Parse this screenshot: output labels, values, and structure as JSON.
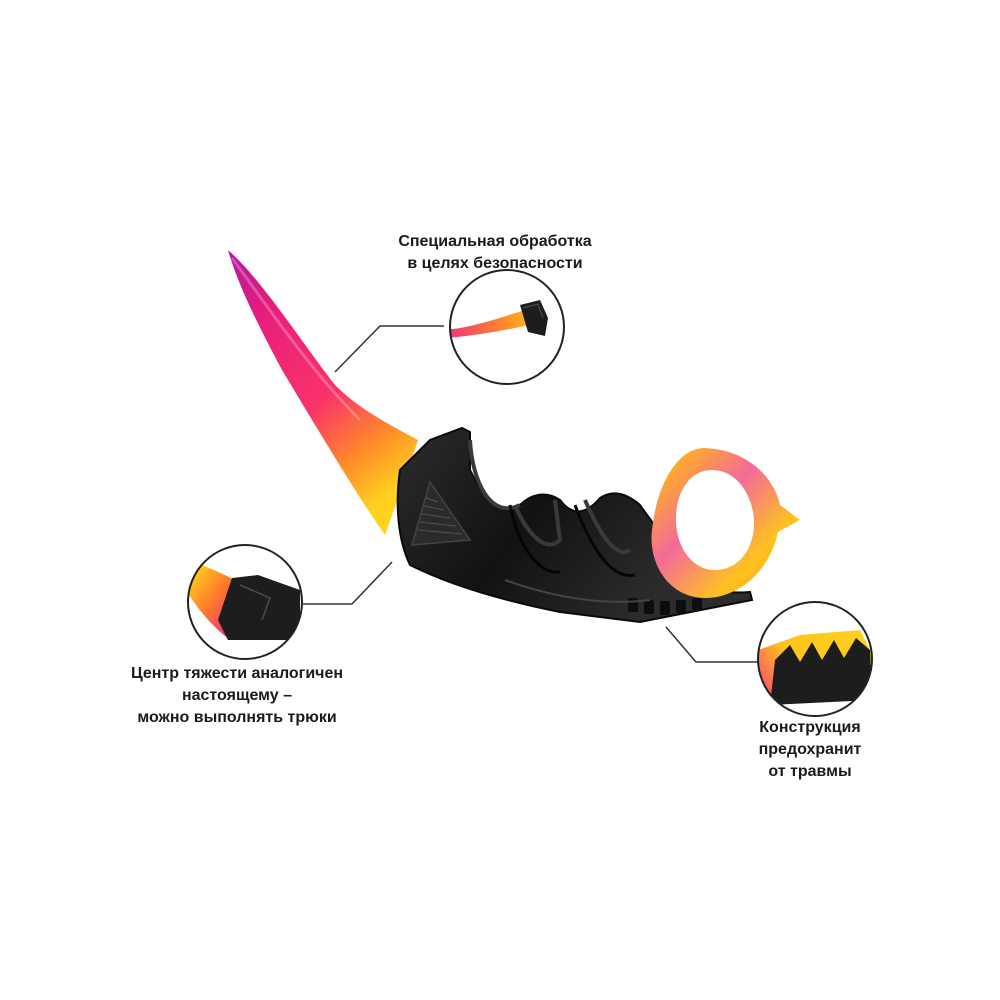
{
  "callouts": {
    "safety_treatment": {
      "lines": [
        "Специальная обработка",
        "в целях безопасности"
      ]
    },
    "center_of_gravity": {
      "lines": [
        "Центр тяжести аналогичен",
        "настоящему –",
        "можно выполнять трюки"
      ]
    },
    "construction": {
      "lines": [
        "Конструкция",
        "предохранит",
        "от травмы"
      ]
    }
  },
  "colors": {
    "blade_tip": "#c21aa0",
    "blade_mid": "#f5215e",
    "blade_base": "#ffd21e",
    "handle": "#1b1b1b",
    "leader_line": "#333333",
    "text": "#1a1a1a"
  }
}
